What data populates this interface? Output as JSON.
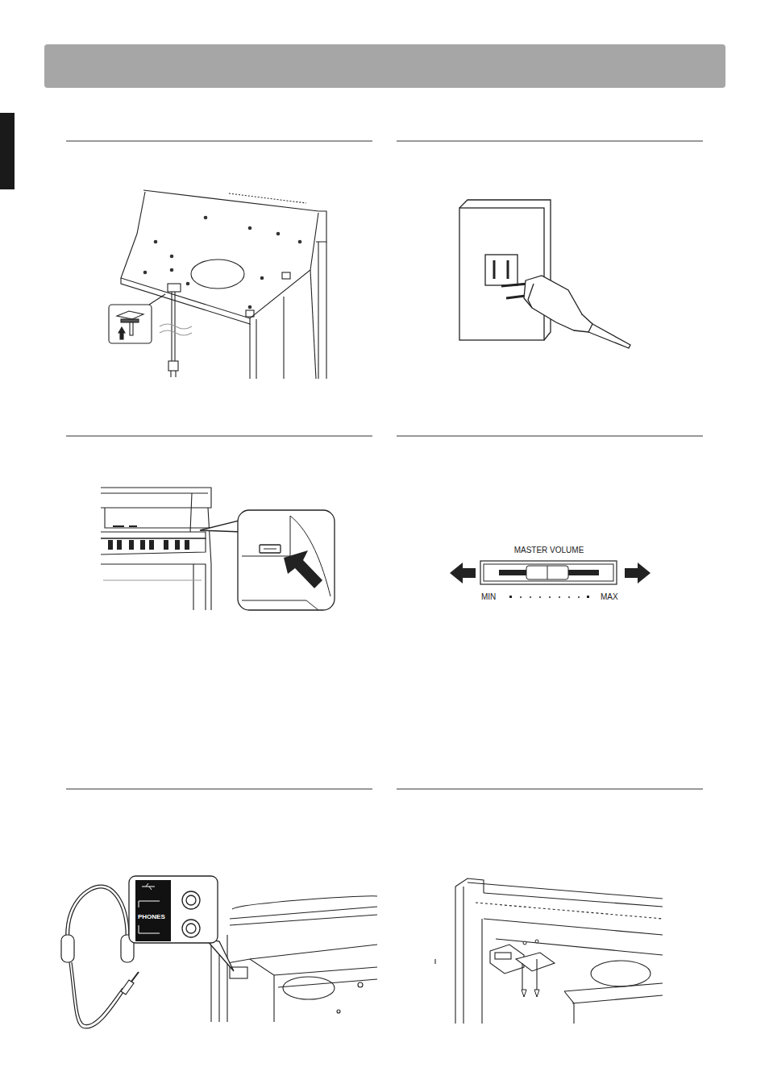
{
  "diagram": {
    "nodes": [
      {
        "text": [
          "MASTER VOLUME"
        ]
      },
      {
        "text": [
          "PHONES"
        ]
      }
    ],
    "labels": [
      "MIN",
      "MAX"
    ]
  }
}
